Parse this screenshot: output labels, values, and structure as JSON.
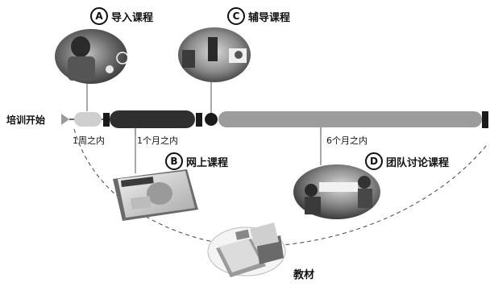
{
  "start_label": "培训开始",
  "stages": [
    {
      "letter": "A",
      "title": "导入课程"
    },
    {
      "letter": "B",
      "title": "网上课程"
    },
    {
      "letter": "C",
      "title": "辅导课程"
    },
    {
      "letter": "D",
      "title": "团队讨论课程"
    }
  ],
  "durations": [
    "1周之内",
    "1个月之内",
    "6个月之内"
  ],
  "materials_label": "教材"
}
